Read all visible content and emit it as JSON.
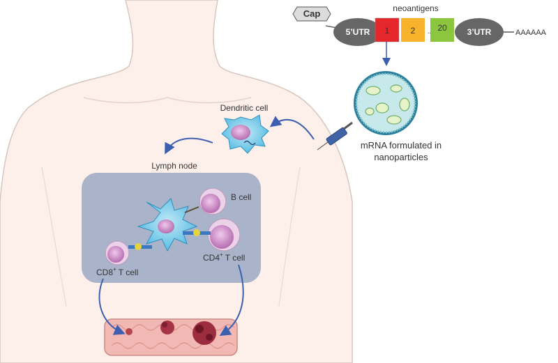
{
  "construct": {
    "cap": "Cap",
    "utr5": "5’UTR",
    "title": "neoantigens",
    "seg1": "1",
    "seg2": "2",
    "dots": "......",
    "seg20": "20",
    "utr3": "3’UTR",
    "polyA": "AAAAAA"
  },
  "nanoparticle": {
    "line1": "mRNA formulated in",
    "line2": "nanoparticles"
  },
  "labels": {
    "dendritic": "Dendritic cell",
    "lymph": "Lymph node",
    "bcell": "B cell",
    "cd8_main": "CD8",
    "cd8_sup": "+",
    "cd8_tail": " T cell",
    "cd4_main": "CD4",
    "cd4_sup": "+",
    "cd4_tail": " T cell"
  },
  "colors": {
    "seg1": "#e5262b",
    "seg2": "#f7b32b",
    "seg20": "#8cc63f",
    "utr": "#666666",
    "skin": "#fdf0ea",
    "node": "#a2aec6",
    "arrow": "#3d5fb0",
    "cell_blue": "#6cc6e6",
    "nucleus": "#c67fc0"
  }
}
